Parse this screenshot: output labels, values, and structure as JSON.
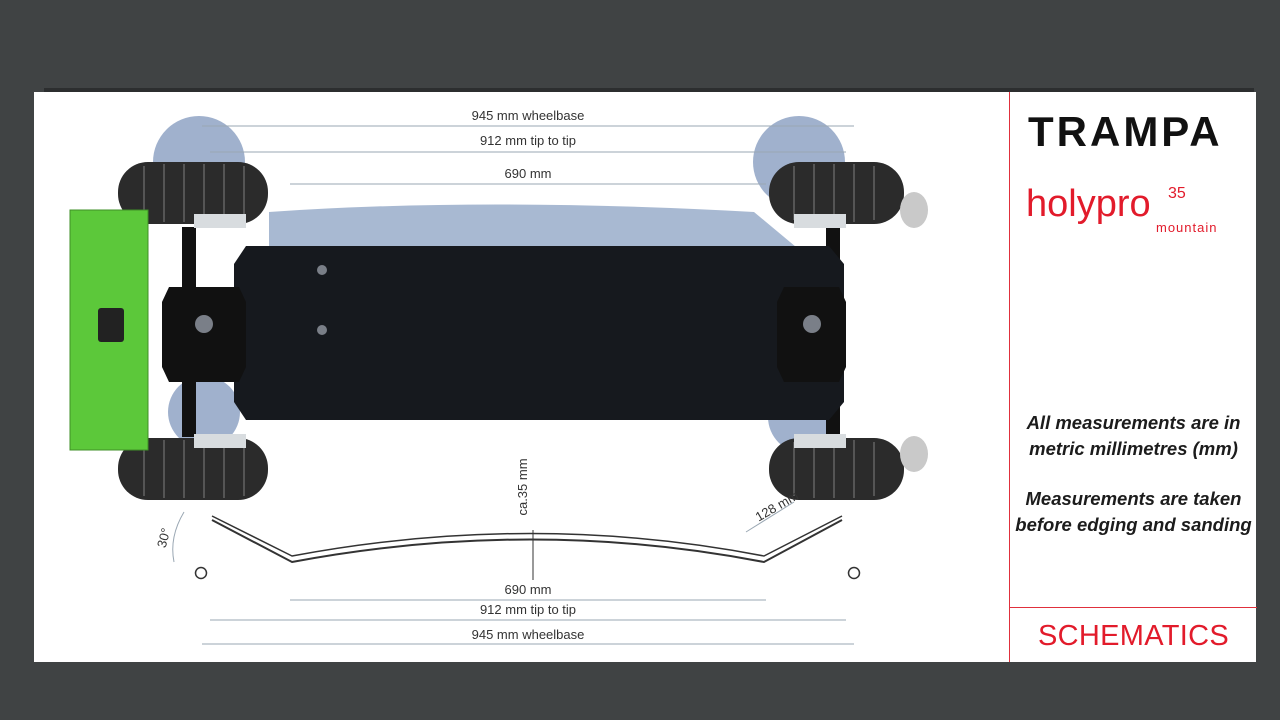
{
  "dimensions": {
    "top_wheelbase": "945 mm wheelbase",
    "top_tip_to_tip": "912 mm tip to tip",
    "top_deck": "690 mm",
    "concave": "ca.35 mm",
    "kick_angle": "30°",
    "kick_length": "128 mm",
    "bottom_deck": "690 mm",
    "bottom_tip_to_tip": "912 mm tip to tip",
    "bottom_wheelbase": "945 mm wheelbase"
  },
  "brand": {
    "logo": "TRAMPA",
    "product": "holypro",
    "product_superscript": "35",
    "product_sub": "mountain"
  },
  "notes": [
    "All measurements are in metric millimetres (mm)",
    "Measurements are taken before edging and sanding"
  ],
  "footer_label": "SCHEMATICS",
  "colors": {
    "accent": "#e21b2b",
    "battery_box": "#5cc83a",
    "deck": "#16191e"
  }
}
